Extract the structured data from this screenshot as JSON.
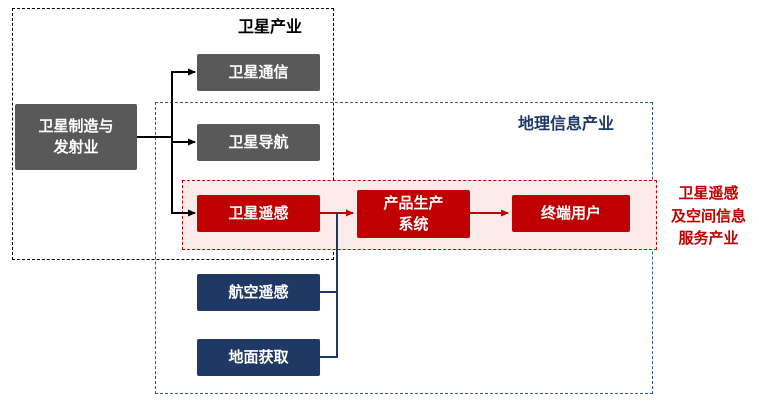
{
  "diagram": {
    "containers": {
      "satellite_industry": {
        "label": "卫星产业"
      },
      "geo_info_industry": {
        "label": "地理信息产业"
      },
      "service_industry": {
        "label": "卫星遥感\n及空间信息\n服务产业"
      }
    },
    "nodes": {
      "manufacture": {
        "label": "卫星制造与\n发射业"
      },
      "communication": {
        "label": "卫星通信"
      },
      "navigation": {
        "label": "卫星导航"
      },
      "remote_sensing": {
        "label": "卫星遥感"
      },
      "production": {
        "label": "产品生产\n系统"
      },
      "end_user": {
        "label": "终端用户"
      },
      "aerial": {
        "label": "航空遥感"
      },
      "ground": {
        "label": "地面获取"
      }
    },
    "colors": {
      "gray_node": "#595959",
      "red_node": "#C00000",
      "navy_node": "#1F3864",
      "pink_fill": "#FCEBE9",
      "red_dashed_border": "#C00000",
      "blue_dashed_border": "#2E5C9A",
      "black_dashed_border": "#000000",
      "geo_label_text": "#1F3864",
      "service_label_text": "#C00000"
    }
  }
}
